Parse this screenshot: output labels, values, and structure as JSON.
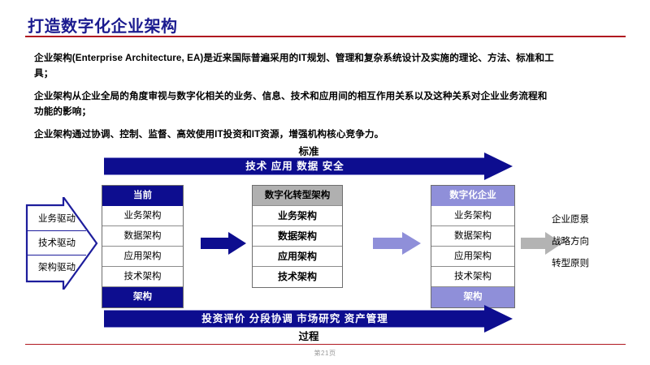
{
  "slide": {
    "title": "打造数字化企业架构",
    "page_number": "第21页",
    "accent_red": "#b01820",
    "accent_navy": "#0d0d8f",
    "accent_purple": "#8f8fd9",
    "accent_gray": "#b3b3b3"
  },
  "body": {
    "paragraphs": [
      "企业架构(Enterprise Architecture, EA)是近来国际普遍采用的IT规划、管理和复杂系统设计及实施的理论、方法、标准和工具；",
      "企业架构从企业全局的角度审视与数字化相关的业务、信息、技术和应用间的相互作用关系以及这种关系对企业业务流程和功能的影响；",
      "企业架构通过协调、控制、监督、高效使用IT投资和IT资源，增强机构核心竞争力。"
    ]
  },
  "diagram": {
    "top_band": {
      "label": "标准",
      "text": "技术  应用  数据  安全"
    },
    "bottom_band": {
      "label": "过程",
      "text": "投资评价  分段协调  市场研究  资产管理"
    },
    "drivers": {
      "rows": [
        "业务驱动",
        "技术驱动",
        "架构驱动"
      ]
    },
    "columns": [
      {
        "id": "current",
        "header": "当前",
        "rows": [
          "业务架构",
          "数据架构",
          "应用架构",
          "技术架构"
        ],
        "footer": "架构"
      },
      {
        "id": "transform",
        "header": "数字化转型架构",
        "rows": [
          "业务架构",
          "数据架构",
          "应用架构",
          "技术架构"
        ],
        "footer": null
      },
      {
        "id": "digital",
        "header": "数字化企业",
        "rows": [
          "业务架构",
          "数据架构",
          "应用架构",
          "技术架构"
        ],
        "footer": "架构"
      }
    ],
    "outcomes": [
      "企业愿景",
      "战略方向",
      "转型原则"
    ]
  }
}
